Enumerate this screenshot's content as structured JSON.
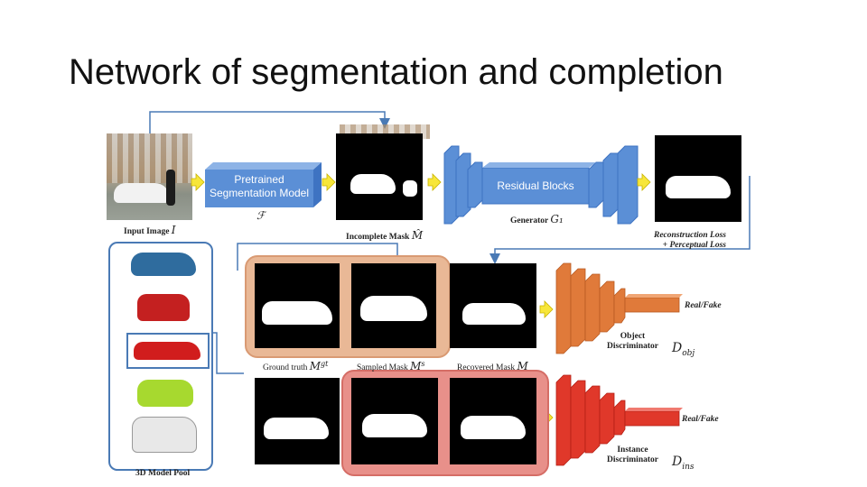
{
  "title": "Network of segmentation and completion",
  "pretrained_model": {
    "line1": "Pretrained",
    "line2": "Segmentation Model",
    "symbol": "ℱ"
  },
  "residual_blocks": "Residual Blocks",
  "generator": {
    "label": "Generator",
    "symbol": "G₁"
  },
  "input_image": {
    "label": "Input Image",
    "symbol": "I"
  },
  "incomplete_mask": {
    "label": "Incomplete Mask",
    "symbol": "M̂"
  },
  "losses": {
    "line1": "Reconstruction Loss",
    "line2": "+ Perceptual Loss"
  },
  "masks": {
    "ground_truth": {
      "label": "Ground truth",
      "symbol": "M",
      "sup": "gt"
    },
    "sampled": {
      "label": "Sampled Mask",
      "symbol": "M",
      "sup": "s"
    },
    "recovered": {
      "label": "Recovered Mask",
      "symbol": "M"
    }
  },
  "object_disc": {
    "output": "Real/Fake",
    "line1": "Object",
    "line2": "Discriminator",
    "symbol": "D",
    "sub": "obj"
  },
  "instance_disc": {
    "output": "Real/Fake",
    "line1": "Instance",
    "line2": "Discriminator",
    "symbol": "D",
    "sub": "ins"
  },
  "model_pool": "3D Model Pool",
  "colors": {
    "blue_block": "#5b8fd6",
    "orange_block": "#e07a3a",
    "red_block": "#e0382a",
    "peach_panel": "#e9b896",
    "pink_panel": "#e8908a",
    "arrow_yellow": "#f7e63a",
    "link_blue": "#4a7ab5"
  }
}
